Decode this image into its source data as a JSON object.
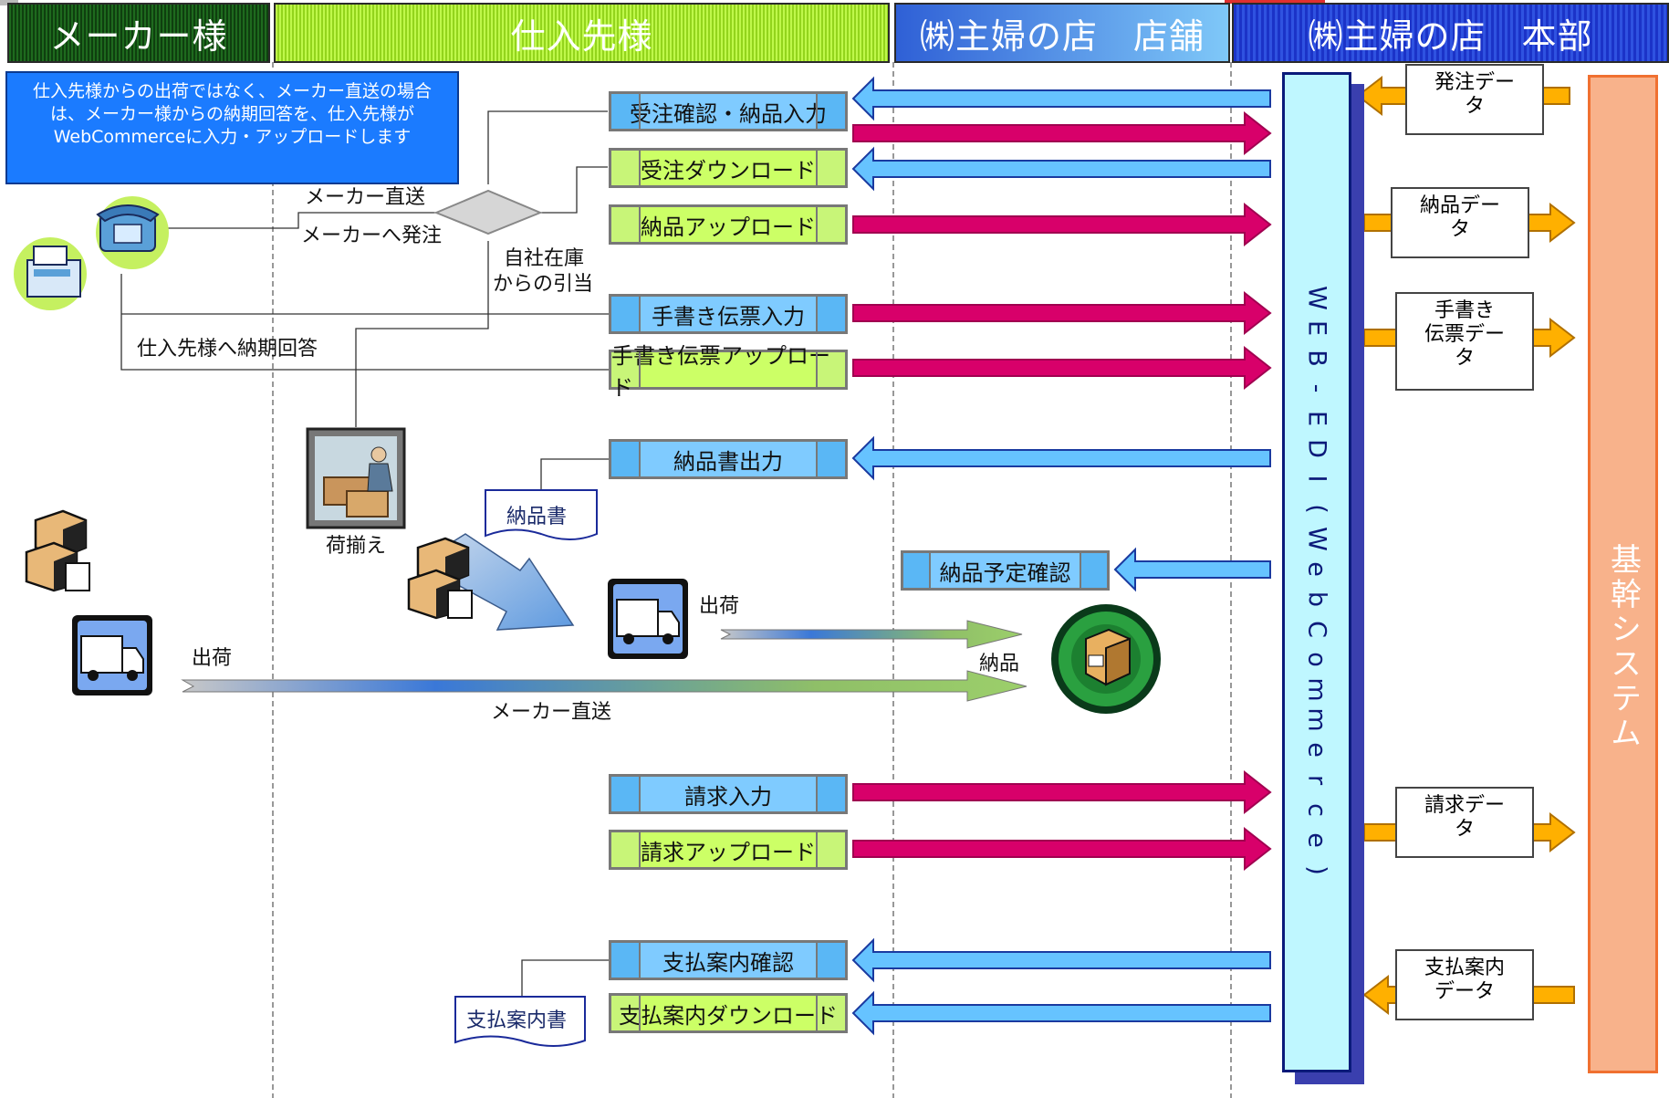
{
  "headers": {
    "maker": "メーカー様",
    "supplier": "仕入先様",
    "store": "㈱主婦の店　店舗",
    "hq": "㈱主婦の店　本部"
  },
  "note": "仕入先様からの出荷ではなく、メーカー直送の場合は、メーカー様からの納期回答を、仕入先様がWebCommerceに入力・アップロードします",
  "branch_labels": {
    "direct": "メーカー直送",
    "order_to_maker": "メーカーへ発注",
    "stock_line1": "自社在庫",
    "stock_line2": "からの引当",
    "reply": "仕入先様へ納期回答"
  },
  "process_boxes": [
    {
      "label": "受注確認・納品入力",
      "style": "blue"
    },
    {
      "label": "受注ダウンロード",
      "style": "green"
    },
    {
      "label": "納品アップロード",
      "style": "green"
    },
    {
      "label": "手書き伝票入力",
      "style": "blue"
    },
    {
      "label": "手書き伝票アップロード",
      "style": "green"
    },
    {
      "label": "納品書出力",
      "style": "blue"
    },
    {
      "label": "納品予定確認",
      "style": "blue"
    },
    {
      "label": "請求入力",
      "style": "blue"
    },
    {
      "label": "請求アップロード",
      "style": "green"
    },
    {
      "label": "支払案内確認",
      "style": "blue"
    },
    {
      "label": "支払案内ダウンロード",
      "style": "green"
    }
  ],
  "documents": {
    "delivery_slip": "納品書",
    "payment_notice": "支払案内書"
  },
  "shipping_labels": {
    "picking": "荷揃え",
    "ship_supplier": "出荷",
    "ship_maker": "出荷",
    "delivery": "納品",
    "direct": "メーカー直送"
  },
  "web_edi": "WEB-EDI(WebCommerce)",
  "core_system": "基幹システム",
  "data_docs": {
    "order": [
      "発注デー",
      "タ"
    ],
    "delivery": [
      "納品デー",
      "タ"
    ],
    "handwritten": [
      "手書き",
      "伝票デー",
      "タ"
    ],
    "invoice": [
      "請求デー",
      "タ"
    ],
    "payment": [
      "支払案内",
      "データ"
    ]
  },
  "colors": {
    "arrow_blue": "#66c3ff",
    "arrow_blue_edge": "#1a3aa0",
    "arrow_magenta": "#d8006a",
    "arrow_orange": "#ffb000",
    "web_edi_fill": "#bff7ff",
    "core_fill": "#f8b28b"
  },
  "icons": {
    "phone_fax": "phone-fax-icon",
    "warehouse_worker": "warehouse-worker-icon",
    "boxes": "boxes-icon",
    "truck": "truck-icon",
    "package": "package-icon"
  }
}
